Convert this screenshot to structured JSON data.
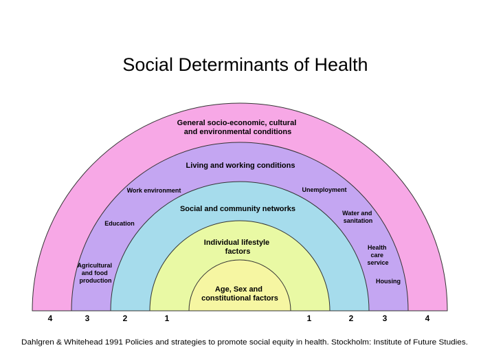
{
  "title": "Social Determinants of Health",
  "colors": {
    "layer4": "#f7a8e6",
    "layer3": "#c4a6f2",
    "layer2": "#a6dcec",
    "layer1": "#e9f9a4",
    "core": "#f6f6a2"
  },
  "layers": {
    "layer4": [
      "General socio-economic, cultural",
      "and environmental conditions"
    ],
    "layer3": [
      "Living and working conditions"
    ],
    "layer2": [
      "Social and community networks"
    ],
    "layer1": [
      "Individual lifestyle",
      "factors"
    ],
    "core": [
      "Age, Sex and",
      "constitutional factors"
    ]
  },
  "factors": {
    "work_environment": [
      "Work environment"
    ],
    "unemployment": [
      "Unemployment"
    ],
    "education": [
      "Education"
    ],
    "water_sanitation": [
      "Water and",
      "sanitation"
    ],
    "agriculture": [
      "Agricultural",
      "and food",
      "production"
    ],
    "health_care": [
      "Health",
      "care",
      "service"
    ],
    "housing": [
      "Housing"
    ]
  },
  "levels": {
    "left": [
      "4",
      "3",
      "2",
      "1"
    ],
    "right": [
      "1",
      "2",
      "3",
      "4"
    ]
  },
  "citation": "Dahlgren & Whitehead 1991 Policies and strategies to promote social equity in health. Stockholm: Institute of Future Studies."
}
